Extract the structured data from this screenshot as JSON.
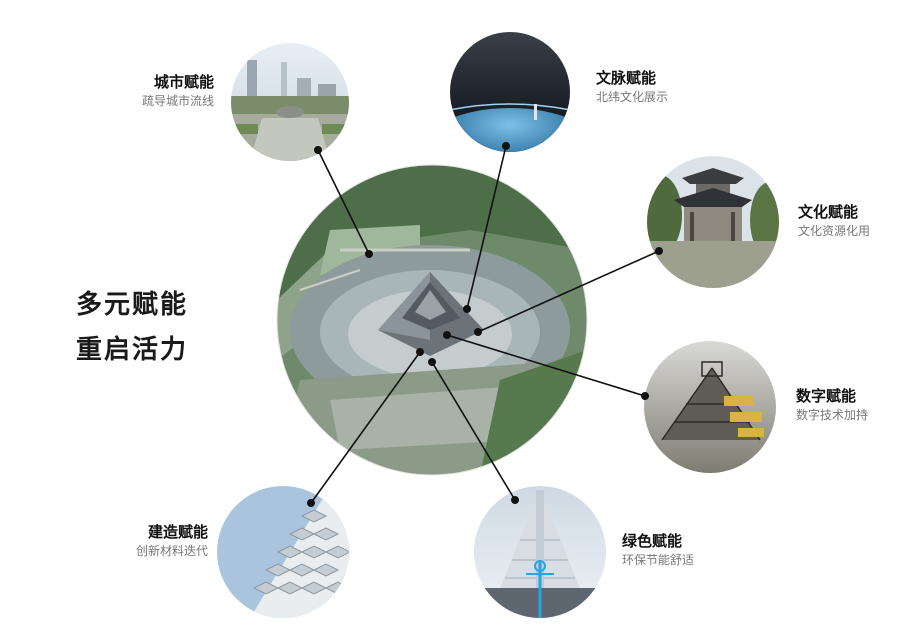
{
  "headline": {
    "line1": "多元赋能",
    "line2": "重启活力"
  },
  "center": {
    "name": "pyramid-aerial-view"
  },
  "nodes": [
    {
      "id": "urban",
      "title": "城市赋能",
      "subtitle": "疏导城市流线",
      "photo": "plaza-skyline"
    },
    {
      "id": "context",
      "title": "文脉赋能",
      "subtitle": "北纬文化展示",
      "photo": "earth-projection"
    },
    {
      "id": "culture",
      "title": "文化赋能",
      "subtitle": "文化资源化用",
      "photo": "chinese-pavilion"
    },
    {
      "id": "digital",
      "title": "数字赋能",
      "subtitle": "数字技术加持",
      "photo": "steel-frame"
    },
    {
      "id": "green",
      "title": "绿色赋能",
      "subtitle": "环保节能舒适",
      "photo": "glass-facade"
    },
    {
      "id": "build",
      "title": "建造赋能",
      "subtitle": "创新材料迭代",
      "photo": "cubic-facade"
    }
  ],
  "colors": {
    "line": "#111111",
    "title": "#111111",
    "subtitle": "#777777",
    "headline": "#1a1a1a"
  }
}
